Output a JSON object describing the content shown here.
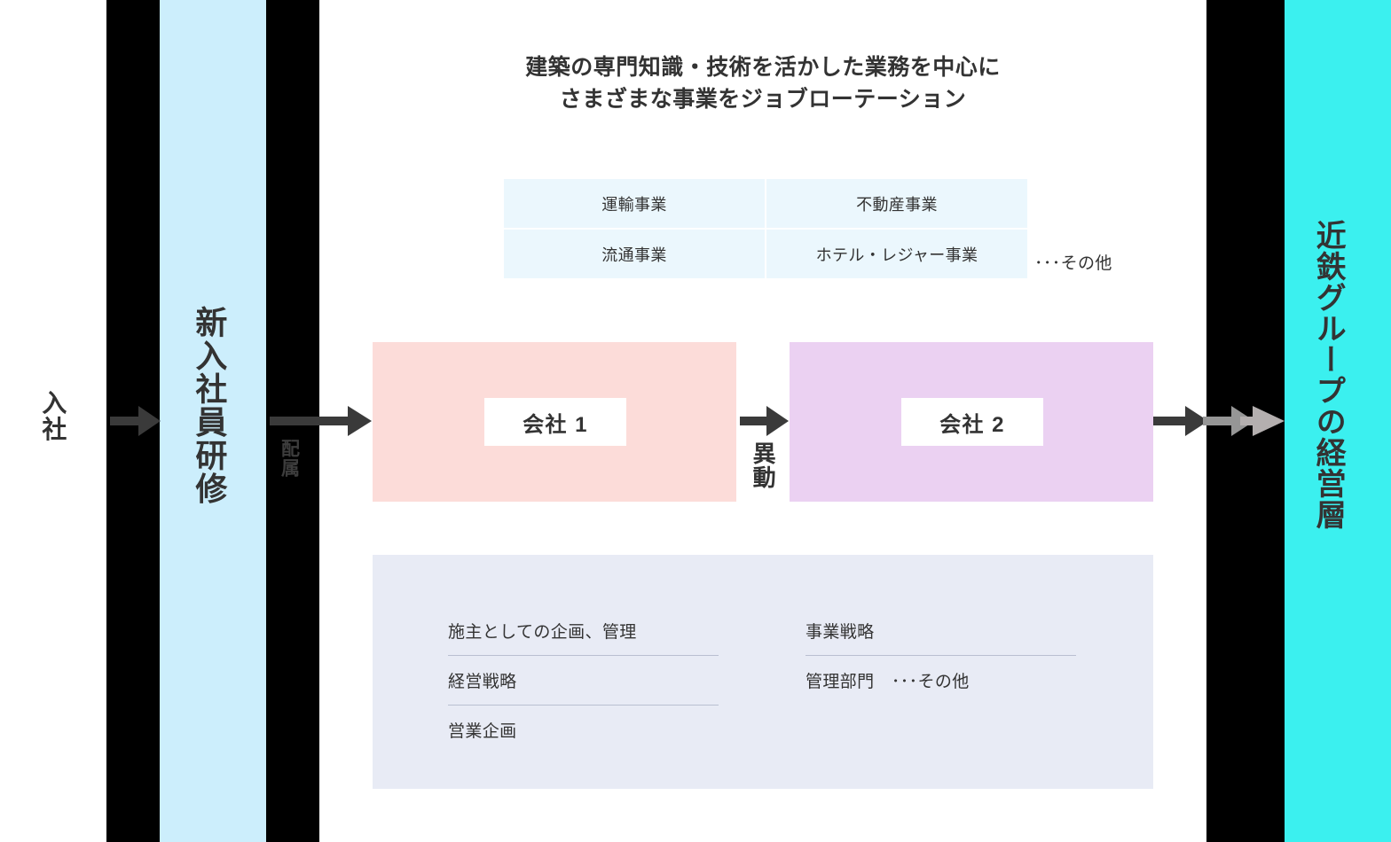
{
  "heading": {
    "line1": "建築の専門知識・技術を活かした業務を中心に",
    "line2": "さまざまな事業をジョブローテーション"
  },
  "flow": {
    "entry_label": "入社",
    "training_label": "新入社員研修",
    "assignment_label": "配属",
    "transfer_label": "異動",
    "executive_label": "近鉄グループの経営層"
  },
  "businesses": {
    "cells": [
      "運輸事業",
      "不動産事業",
      "流通事業",
      "ホテル・レジャー事業"
    ],
    "other_label": "･･･その他"
  },
  "companies": [
    {
      "name": "会社 1"
    },
    {
      "name": "会社 2"
    }
  ],
  "roles": {
    "left": [
      "施主としての企画、管理",
      "経営戦略",
      "営業企画"
    ],
    "right": [
      "事業戦略",
      "管理部門　･･･その他"
    ]
  },
  "colors": {
    "band_black": "#000000",
    "band_training": "#CCEEFC",
    "band_executive": "#3BF0EF",
    "company_1": "#FCDCD9",
    "company_2": "#EBD1F2",
    "roles_panel": "#E8EBF5",
    "business_cell": "#EBF7FD",
    "arrow_dark": "#3A3A3A",
    "arrow_gray_1": "#969696",
    "arrow_gray_2": "#B4AFAF",
    "text": "#333333"
  }
}
